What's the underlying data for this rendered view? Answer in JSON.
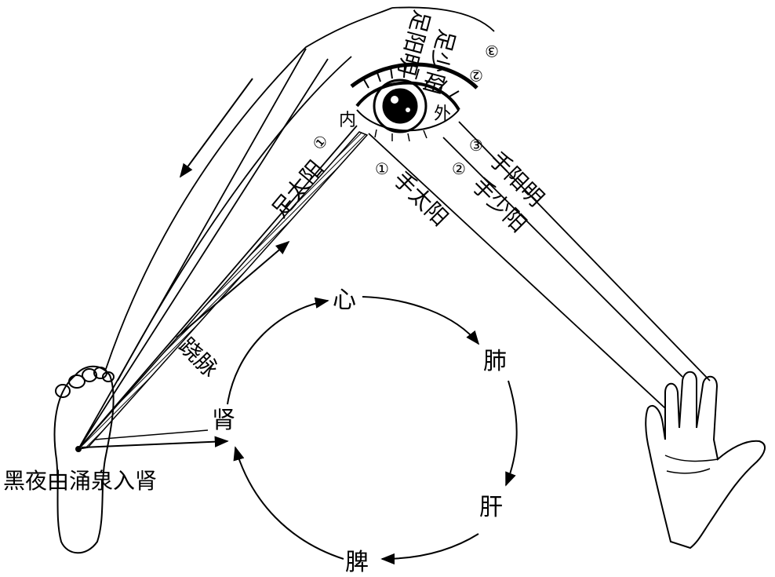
{
  "organs": {
    "heart": "心",
    "lung": "肺",
    "liver": "肝",
    "spleen": "脾",
    "kidney": "肾"
  },
  "eye": {
    "inner": "内",
    "outer": "外"
  },
  "foot_meridians": [
    {
      "num": "①",
      "name": "足太阳"
    },
    {
      "num": "②",
      "name": "足少阳"
    },
    {
      "num": "③",
      "name": "足阳明"
    }
  ],
  "hand_meridians": [
    {
      "num": "①",
      "name": "手太阳"
    },
    {
      "num": "②",
      "name": "手少阳"
    },
    {
      "num": "③",
      "name": "手阳明"
    }
  ],
  "vessel": "跷脉",
  "night_label": "黑夜由涌泉入肾"
}
